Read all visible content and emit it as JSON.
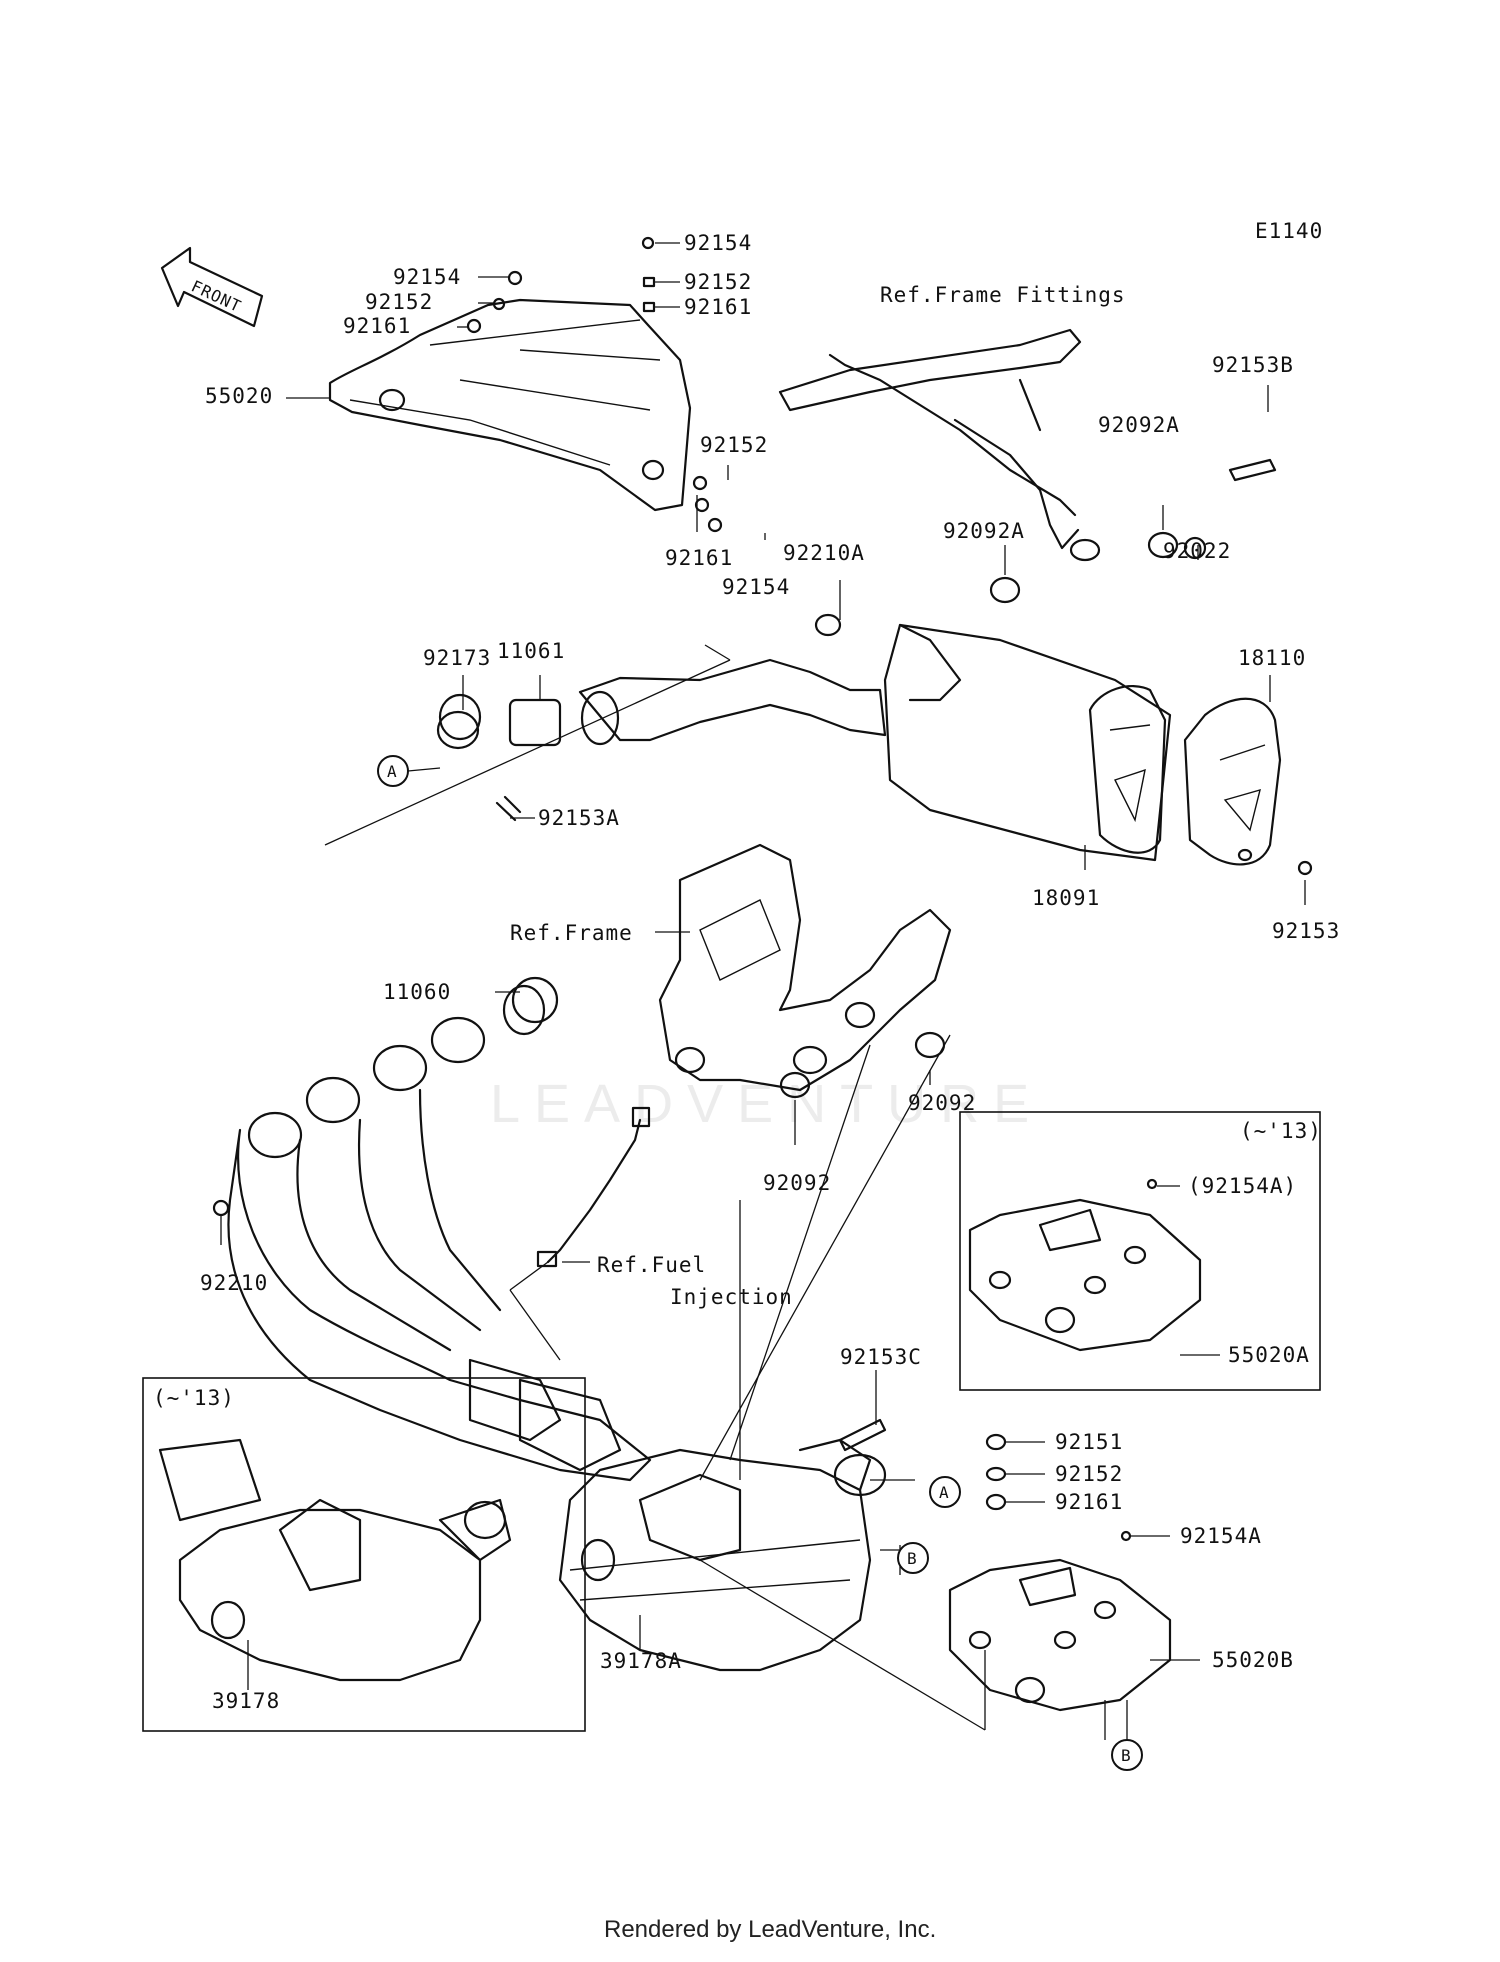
{
  "diagram_code": "E1140",
  "watermark": "LEADVENTURE",
  "footer": "Rendered by LeadVenture, Inc.",
  "front_arrow": "FRONT",
  "refs": {
    "frame_fittings": "Ref.Frame Fittings",
    "frame": "Ref.Frame",
    "fuel_1": "Ref.Fuel",
    "fuel_2": "Injection"
  },
  "callouts": {
    "a": "A",
    "b": "B"
  },
  "inset_note": "(~'13)",
  "parts": {
    "p92154_top": "92154",
    "p92152_top": "92152",
    "p92161_top": "92161",
    "p92154_left": "92154",
    "p92152_left": "92152",
    "p92161_left": "92161",
    "p55020": "55020",
    "p92152_mid": "92152",
    "p92161_mid": "92161",
    "p92154_mid": "92154",
    "p92153B": "92153B",
    "p92092A_1": "92092A",
    "p92092A_2": "92092A",
    "p92022": "92022",
    "p92210A": "92210A",
    "p18110": "18110",
    "p92173": "92173",
    "p11061": "11061",
    "p92153A": "92153A",
    "p18091": "18091",
    "p92153": "92153",
    "p11060": "11060",
    "p92092_1": "92092",
    "p92092_2": "92092",
    "p92210": "92210",
    "p92154A_paren": "(92154A)",
    "p55020A": "55020A",
    "p92153C": "92153C",
    "p92151": "92151",
    "p92152_b": "92152",
    "p92161_b": "92161",
    "p92154A": "92154A",
    "p55020B": "55020B",
    "p39178": "39178",
    "p39178A": "39178A"
  }
}
